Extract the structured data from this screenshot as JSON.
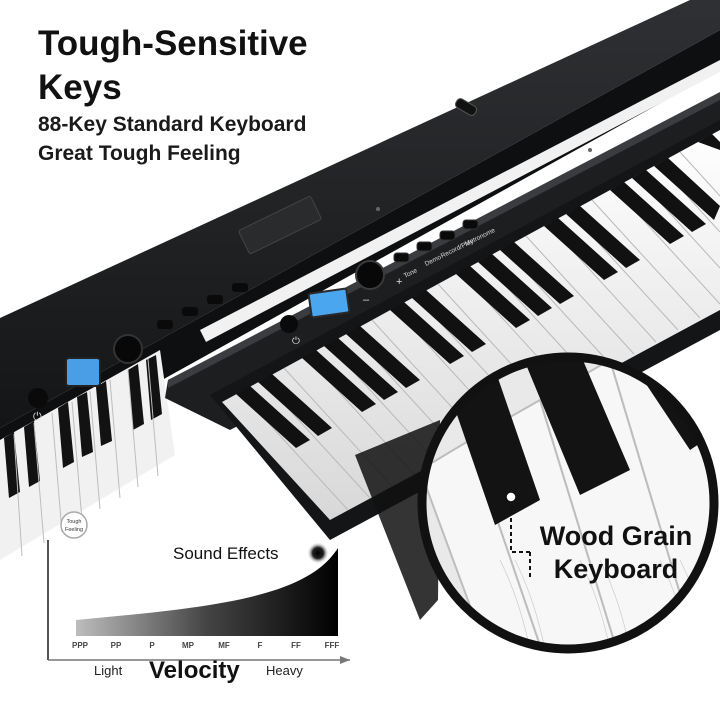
{
  "headline": {
    "line1": "Tough-Sensitive",
    "line2": "Keys"
  },
  "features": [
    "88-Key Standard Keyboard",
    "Great Tough Feeling"
  ],
  "panel": {
    "buttons": [
      "Tone",
      "Demo",
      "Record/Play",
      "Metronome"
    ],
    "minus": "–",
    "plus": "+"
  },
  "badge": {
    "line1": "Tough",
    "line2": "Feeling"
  },
  "velocity_chart": {
    "sound_effects_label": "Sound Effects",
    "levels": [
      "PPP",
      "PP",
      "P",
      "MP",
      "MF",
      "F",
      "FF",
      "FFF"
    ],
    "light_label": "Light",
    "axis_label": "Velocity",
    "heavy_label": "Heavy"
  },
  "callout": {
    "line1": "Wood Grain",
    "line2": "Keyboard"
  },
  "colors": {
    "body": "#1b1c1e",
    "text": "#111111",
    "lcd": "#4a9ee6",
    "keys_white": "#f3f3f3"
  }
}
